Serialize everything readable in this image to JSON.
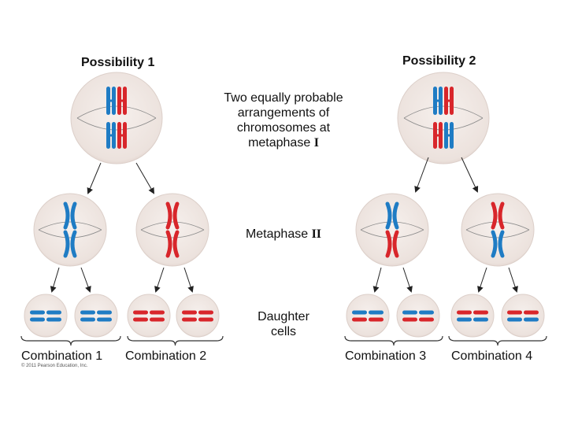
{
  "labels": {
    "possibility_1": "Possibility 1",
    "possibility_2": "Possibility 2",
    "metaphase_1_line1": "Two equally probable",
    "metaphase_1_line2": "arrangements of",
    "metaphase_1_line3": "chromosomes at",
    "metaphase_1_line4": "metaphase",
    "metaphase_1_numeral": "I",
    "metaphase_2": "Metaphase",
    "metaphase_2_numeral": "II",
    "daughter_line1": "Daughter",
    "daughter_line2": "cells",
    "combination_1": "Combination 1",
    "combination_2": "Combination 2",
    "combination_3": "Combination 3",
    "combination_4": "Combination 4",
    "copyright": "© 2011 Pearson Education, Inc."
  },
  "colors": {
    "maternal": "#d8262b",
    "paternal": "#1f7cc4",
    "cell_fill": "#efe6e2",
    "cell_edge": "#dccfc9",
    "arrow": "#222222",
    "bracket": "#333333"
  }
}
